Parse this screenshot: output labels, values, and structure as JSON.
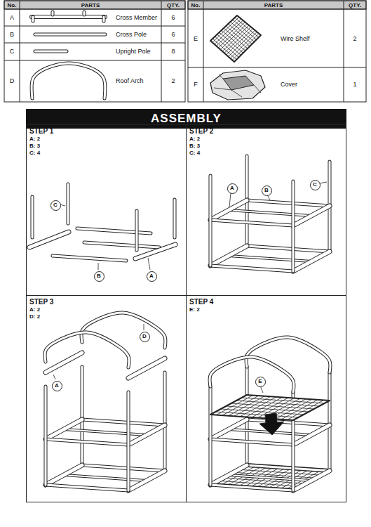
{
  "diagram": {
    "nodes": [
      {
        "text": [
          "ASSEMBLY"
        ]
      },
      {
        "text": [
          "STEP 1",
          "A: 2",
          "B: 3",
          "C: 4"
        ]
      },
      {
        "text": [
          "C"
        ],
        "in": 1
      },
      {
        "text": [
          "B"
        ],
        "in": 1
      },
      {
        "text": [
          "A"
        ],
        "in": 1
      },
      {
        "text": [
          "STEP 2",
          "A: 2",
          "B: 3",
          "C: 4"
        ]
      },
      {
        "text": [
          "A"
        ],
        "in": 5
      },
      {
        "text": [
          "B"
        ],
        "in": 5
      },
      {
        "text": [
          "C"
        ],
        "in": 5
      },
      {
        "text": [
          "STEP 3",
          "A: 2",
          "D: 2"
        ]
      },
      {
        "text": [
          "D"
        ],
        "in": 9
      },
      {
        "text": [
          "A"
        ],
        "in": 9
      },
      {
        "text": [
          "STEP 4",
          "E: 2"
        ]
      },
      {
        "text": [
          "E"
        ],
        "in": 12
      }
    ],
    "labels": [
      "No.",
      "PARTS",
      "QTY.",
      "A",
      "Cross Member",
      "6",
      "B",
      "Cross Pole",
      "6",
      "C",
      "Upright Pole",
      "8",
      "D",
      "Roof Arch",
      "2",
      "No.",
      "PARTS",
      "QTY.",
      "E",
      "Wire Shelf",
      "2",
      "F",
      "Cover",
      "1"
    ]
  }
}
